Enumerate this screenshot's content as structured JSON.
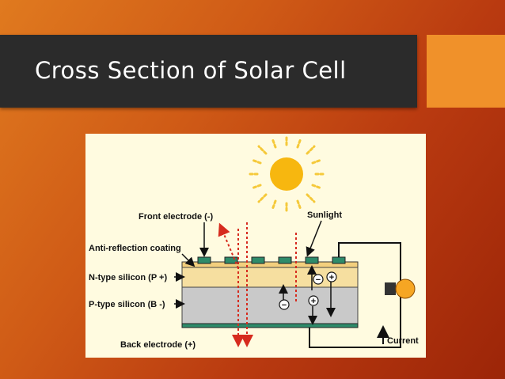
{
  "slide": {
    "title": "Cross Section of Solar Cell",
    "colors": {
      "title_bar": "#2b2b2b",
      "accent": "#f0912a",
      "sun": "#f7b70f",
      "ray": "#f5c93a",
      "n_layer": "#f6dfa0",
      "p_layer": "#c9c9c9",
      "electrode": "#2e8b6a",
      "arrow_red": "#d62b1e"
    }
  },
  "diagram": {
    "labels": {
      "front_electrode": "Front electrode (-)",
      "sunlight": "Sunlight",
      "anti_reflection": "Anti-reflection coating",
      "n_type": "N-type silicon (P +)",
      "p_type": "P-type silicon (B -)",
      "back_electrode": "Back electrode (+)",
      "current": "Current"
    },
    "carriers": {
      "minus": "−",
      "plus": "+"
    },
    "icons": [
      "sun-icon",
      "light-bulb-icon"
    ]
  }
}
